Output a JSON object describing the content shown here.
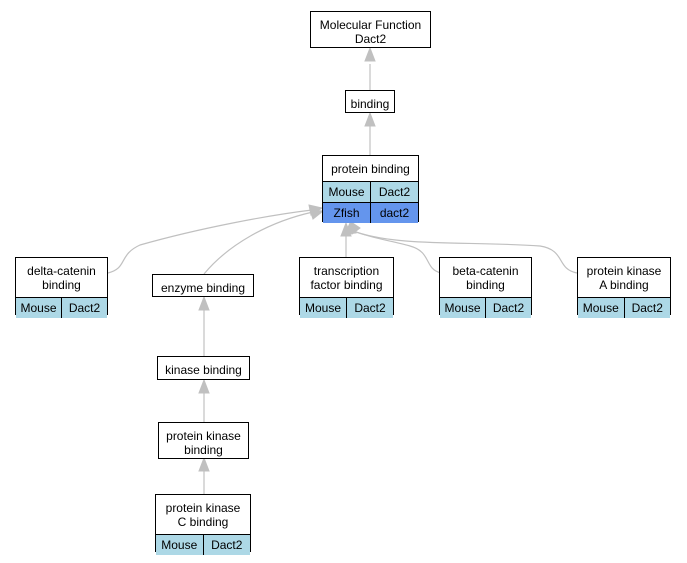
{
  "colors": {
    "edge": "#c0c0c0",
    "mouse_cell": "#add8e6",
    "zfish_cell": "#6495ed",
    "border": "#000000",
    "background": "#ffffff"
  },
  "nodes": {
    "molecular_function": {
      "title": "Molecular Function\nDact2"
    },
    "binding": {
      "title": "binding"
    },
    "protein_binding": {
      "title": "protein binding",
      "rows": [
        {
          "species": "Mouse",
          "gene": "Dact2"
        },
        {
          "species": "Zfish",
          "gene": "dact2"
        }
      ]
    },
    "delta_catenin_binding": {
      "title": "delta-catenin\nbinding",
      "rows": [
        {
          "species": "Mouse",
          "gene": "Dact2"
        }
      ]
    },
    "enzyme_binding": {
      "title": "enzyme binding"
    },
    "transcription_factor_binding": {
      "title": "transcription\nfactor binding",
      "rows": [
        {
          "species": "Mouse",
          "gene": "Dact2"
        }
      ]
    },
    "beta_catenin_binding": {
      "title": "beta-catenin\nbinding",
      "rows": [
        {
          "species": "Mouse",
          "gene": "Dact2"
        }
      ]
    },
    "protein_kinase_a_binding": {
      "title": "protein kinase\nA binding",
      "rows": [
        {
          "species": "Mouse",
          "gene": "Dact2"
        }
      ]
    },
    "kinase_binding": {
      "title": "kinase binding"
    },
    "protein_kinase_binding": {
      "title": "protein kinase\nbinding"
    },
    "protein_kinase_c_binding": {
      "title": "protein kinase\nC binding",
      "rows": [
        {
          "species": "Mouse",
          "gene": "Dact2"
        }
      ]
    }
  }
}
